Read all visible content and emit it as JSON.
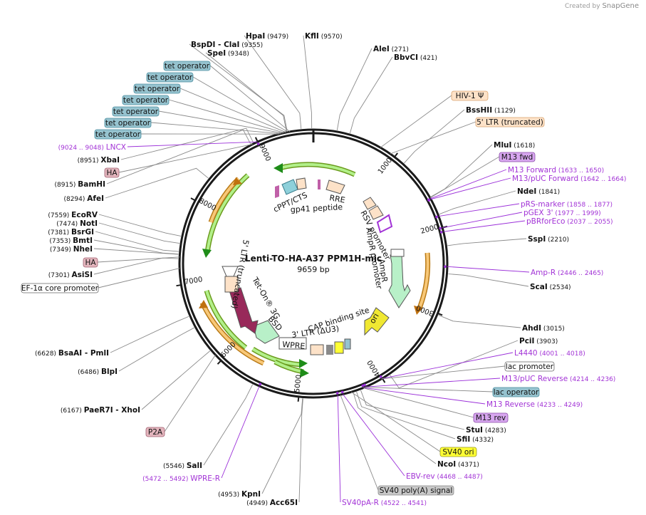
{
  "watermark": {
    "prefix": "Created by",
    "brand": "SnapGene"
  },
  "plasmid": {
    "name": "Lenti-TO-HA-A37 PPM1H-mic",
    "length": "9659 bp"
  },
  "ticks": [
    "1000",
    "2000",
    "3000",
    "4000",
    "5000",
    "6000",
    "7000",
    "8000",
    "9000"
  ],
  "enzymes": [
    {
      "name": "HpaI",
      "pos": "(9479)"
    },
    {
      "name": "KflI",
      "pos": "(9570)"
    },
    {
      "name": "BspDI",
      "pos": "(9355)",
      "suffix": "- ClaI"
    },
    {
      "name": "SpeI",
      "pos": "(9348)"
    },
    {
      "name": "AleI",
      "pos": "(271)"
    },
    {
      "name": "BbvCI",
      "pos": "(421)"
    },
    {
      "name": "BssHII",
      "pos": "(1129)"
    },
    {
      "name": "MluI",
      "pos": "(1618)"
    },
    {
      "name": "NdeI",
      "pos": "(1841)"
    },
    {
      "name": "SspI",
      "pos": "(2210)"
    },
    {
      "name": "ScaI",
      "pos": "(2534)"
    },
    {
      "name": "AhdI",
      "pos": "(3015)"
    },
    {
      "name": "PciI",
      "pos": "(3903)"
    },
    {
      "name": "StuI",
      "pos": "(4283)"
    },
    {
      "name": "SfiI",
      "pos": "(4332)"
    },
    {
      "name": "NcoI",
      "pos": "(4371)"
    },
    {
      "name": "XbaI",
      "pos": "(8951)"
    },
    {
      "name": "BamHI",
      "pos": "(8915)"
    },
    {
      "name": "AfeI",
      "pos": "(8294)"
    },
    {
      "name": "EcoRV",
      "pos": "(7559)"
    },
    {
      "name": "NotI",
      "pos": "(7474)"
    },
    {
      "name": "BsrGI",
      "pos": "(7381)"
    },
    {
      "name": "BmtI",
      "pos": "(7353)"
    },
    {
      "name": "NheI",
      "pos": "(7349)"
    },
    {
      "name": "AsiSI",
      "pos": "(7301)"
    },
    {
      "name": "BsaAI",
      "pos": "(6628)",
      "suffix": "- PmlI"
    },
    {
      "name": "BlpI",
      "pos": "(6486)"
    },
    {
      "name": "PaeR7I",
      "pos": "(6167)",
      "suffix": "- XhoI"
    },
    {
      "name": "SalI",
      "pos": "(5546)"
    },
    {
      "name": "KpnI",
      "pos": "(4953)"
    },
    {
      "name": "Acc65I",
      "pos": "(4949)"
    }
  ],
  "primers": [
    {
      "name": "LNCX",
      "range": "(9024 .. 9048)"
    },
    {
      "name": "M13 Forward",
      "range": "(1633 .. 1650)"
    },
    {
      "name": "M13/pUC Forward",
      "range": "(1642 .. 1664)"
    },
    {
      "name": "pRS-marker",
      "range": "(1858 .. 1877)"
    },
    {
      "name": "pGEX 3'",
      "range": "(1977 .. 1999)"
    },
    {
      "name": "pBRforEco",
      "range": "(2037 .. 2055)"
    },
    {
      "name": "Amp-R",
      "range": "(2446 .. 2465)"
    },
    {
      "name": "L4440",
      "range": "(4001 .. 4018)"
    },
    {
      "name": "M13/pUC Reverse",
      "range": "(4214 .. 4236)"
    },
    {
      "name": "M13 Reverse",
      "range": "(4233 .. 4249)"
    },
    {
      "name": "EBV-rev",
      "range": "(4468 .. 4487)"
    },
    {
      "name": "SV40pA-R",
      "range": "(4522 .. 4541)"
    },
    {
      "name": "WPRE-R",
      "range": "(5472 .. 5492)"
    }
  ],
  "boxes": [
    {
      "text": "tet operator"
    },
    {
      "text": "tet operator"
    },
    {
      "text": "tet operator"
    },
    {
      "text": "tet operator"
    },
    {
      "text": "tet operator"
    },
    {
      "text": "tet operator"
    },
    {
      "text": "tet operator"
    },
    {
      "text": "HA"
    },
    {
      "text": "HA"
    },
    {
      "text": "EF-1α core promoter"
    },
    {
      "text": "P2A"
    },
    {
      "text": "HIV-1 Ψ"
    },
    {
      "text": "5' LTR (truncated)"
    },
    {
      "text": "M13 fwd"
    },
    {
      "text": "lac promoter"
    },
    {
      "text": "lac operator"
    },
    {
      "text": "M13 rev"
    },
    {
      "text": "SV40 ori"
    },
    {
      "text": "SV40 poly(A) signal"
    }
  ],
  "features": [
    "cPPT/CTS",
    "RRE",
    "gp41 peptide",
    "RSV promoter",
    "AmpR promoter",
    "AmpR",
    "ori",
    "CAP binding site",
    "3' LTR (ΔU3)",
    "WPRE",
    "BSD",
    "Tet-On® 3G",
    "5' LTR (truncated)"
  ],
  "colors": {
    "backbone": "#1a1a1a",
    "enzyme_line": "#8a8a8a",
    "primer": "#a233d6",
    "primer_line": "#9b30d9",
    "tet": "#96c3cf",
    "ha": "#e3b5bd",
    "ltr": "#fde2c8",
    "ltr_border": "#d9a36d",
    "m13": "#d7a6ef",
    "lac_op": "#96c3cf",
    "sv40ori": "#ffff33",
    "polyA": "#c8c8c8",
    "green": "#34bd19",
    "orange": "#f1a02a",
    "tet_on": "#98295a",
    "bsd": "#b8f0c8",
    "ori": "#f0e832"
  }
}
